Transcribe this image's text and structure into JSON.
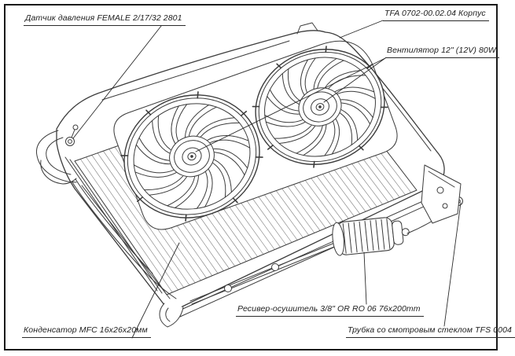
{
  "sheet": {
    "background": "#ffffff",
    "border_color": "#1a1a1a",
    "line_color": "#3c3c3c",
    "hatch_color": "#707070",
    "leader_color": "#2b2b2b"
  },
  "callouts": {
    "pressure_sensor": {
      "label": "Датчик давления FEMALE 2/17/32 2801"
    },
    "housing": {
      "label": "TFA 0702-00.02.04 Корпус"
    },
    "fan": {
      "label": "Вентилятор 12\" (12V) 80W"
    },
    "receiver_drier": {
      "label": "Ресивер-осушитель 3/8\" OR RO 06 76x200mm"
    },
    "condenser": {
      "label": "Конденсатор MFC 16x26x20мм"
    },
    "sight_glass_tube": {
      "label": "Трубка со смотровым стеклом TFS 0004"
    }
  }
}
